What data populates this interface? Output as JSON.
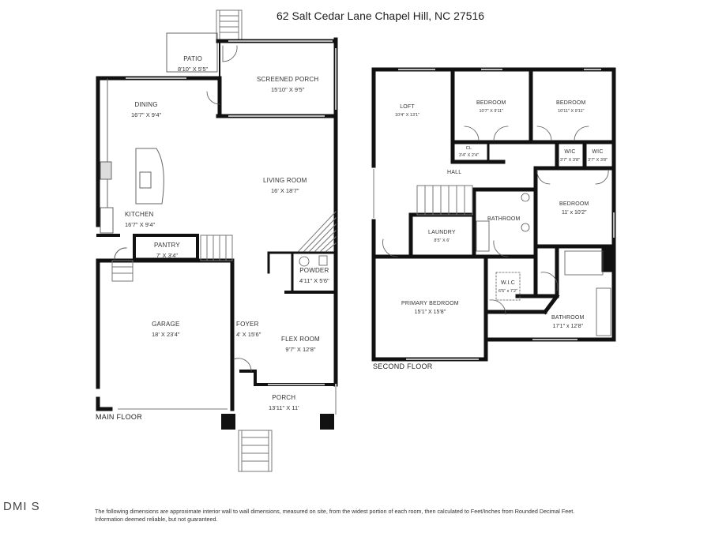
{
  "title": "62 Salt Cedar Lane  Chapel Hill, NC  27516",
  "floors": {
    "main": {
      "label": "MAIN FLOOR",
      "rooms": [
        {
          "name": "PATIO",
          "dims": "8'10\" X 5'5\""
        },
        {
          "name": "SCREENED PORCH",
          "dims": "15'10\" X 9'5\""
        },
        {
          "name": "DINING",
          "dims": "16'7\" X 9'4\""
        },
        {
          "name": "LIVING ROOM",
          "dims": "16' X 18'7\""
        },
        {
          "name": "KITCHEN",
          "dims": "16'7\" X 9'4\""
        },
        {
          "name": "PANTRY",
          "dims": "7' X 3'4\""
        },
        {
          "name": "POWDER",
          "dims": "4'11\" X 5'6\""
        },
        {
          "name": "GARAGE",
          "dims": "18' X 23'4\""
        },
        {
          "name": "FOYER",
          "dims": "4' X 15'6\""
        },
        {
          "name": "FLEX ROOM",
          "dims": "9'7\" X 12'8\""
        },
        {
          "name": "PORCH",
          "dims": "13'11\" X 11'"
        }
      ]
    },
    "second": {
      "label": "SECOND FLOOR",
      "rooms": [
        {
          "name": "LOFT",
          "dims": "10'4\" X 13'1\""
        },
        {
          "name": "BEDROOM",
          "dims": "10'7\" X 9'11\""
        },
        {
          "name": "BEDROOM",
          "dims": "10'11\" X 9'11\""
        },
        {
          "name": "CL",
          "dims": "3'4\" X 2'4\""
        },
        {
          "name": "WIC",
          "dims": "3'7\" X 3'8\""
        },
        {
          "name": "WIC",
          "dims": "3'7\" X 3'8\""
        },
        {
          "name": "HALL",
          "dims": ""
        },
        {
          "name": "BEDROOM",
          "dims": "11' x 10'2\""
        },
        {
          "name": "BATHROOM",
          "dims": ""
        },
        {
          "name": "LAUNDRY",
          "dims": "8'5\" X 6'"
        },
        {
          "name": "W.I.C",
          "dims": "6'5\" x 7'2\""
        },
        {
          "name": "PRIMARY BEDROOM",
          "dims": "15'1\" X 15'8\""
        },
        {
          "name": "BATHROOM",
          "dims": "17'1\" x 12'8\""
        }
      ]
    }
  },
  "brand": "DMI S",
  "disclaimer": {
    "line1": "The following dimensions are approximate interior wall to wall dimensions, measured on site, from the widest portion of each room, then calculated to Feet/Inches from Rounded Decimal Feet.",
    "line2": "Information deemed reliable, but not guaranteed."
  }
}
